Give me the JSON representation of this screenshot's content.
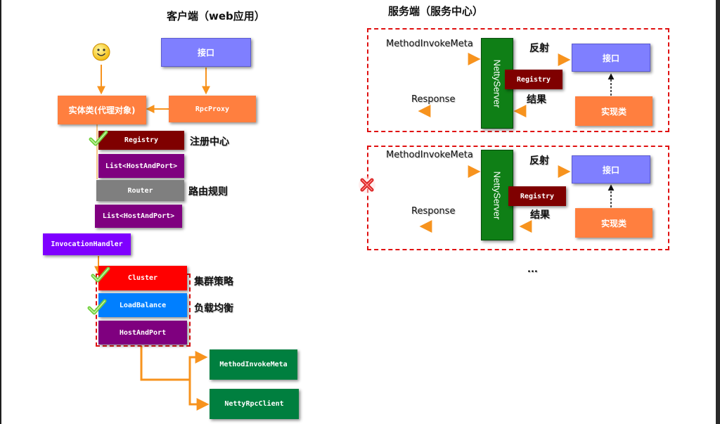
{
  "titles": {
    "client": "客户端（web应用）",
    "server": "服务端（服务中心）"
  },
  "client": {
    "interface": "接口",
    "rpc_proxy": "RpcProxy",
    "entity": "实体类(代理对象)",
    "registry": "Registry",
    "list1": "List<HostAndPort>",
    "router": "Router",
    "list2": "List<HostAndPort>",
    "invocation_handler": "InvocationHandler",
    "cluster": "Cluster",
    "load_balance": "LoadBalance",
    "host_and_port": "HostAndPort",
    "method_invoke_meta": "MethodInvokeMeta",
    "netty_rpc_client": "NettyRpcClient",
    "label_registry_center": "注册中心",
    "label_routing_rules": "路由规则",
    "label_cluster_strategy": "集群策略",
    "label_load_balance": "负载均衡"
  },
  "server": {
    "panels": [
      {
        "method_invoke_meta": "MethodInvokeMeta",
        "reflect": "反射",
        "interface": "接口",
        "netty_server": "NettyServer",
        "registry": "Registry",
        "response": "Response",
        "result": "结果",
        "impl": "实现类",
        "status": "ok"
      },
      {
        "method_invoke_meta": "MethodInvokeMeta",
        "reflect": "反射",
        "interface": "接口",
        "netty_server": "NettyServer",
        "registry": "Registry",
        "response": "Response",
        "result": "结果",
        "impl": "实现类",
        "status": "failed"
      }
    ],
    "ellipsis": "..."
  },
  "icons": {
    "smiley": "smiley-icon",
    "check": "check-icon",
    "cross": "cross-icon"
  },
  "colors": {
    "interface": "#7f7fff",
    "proxy_orange": "#ff7f3f",
    "registry": "#7f0000",
    "list_purple": "#7f007f",
    "router_gray": "#7f7f7f",
    "invocation_purple": "#7f00ff",
    "cluster_red": "#ff0000",
    "load_balance_blue": "#007fff",
    "green": "#007f3f",
    "netty_green": "#0f7f16",
    "arrow_orange": "#f7931e",
    "dashed_red": "#e01010"
  }
}
